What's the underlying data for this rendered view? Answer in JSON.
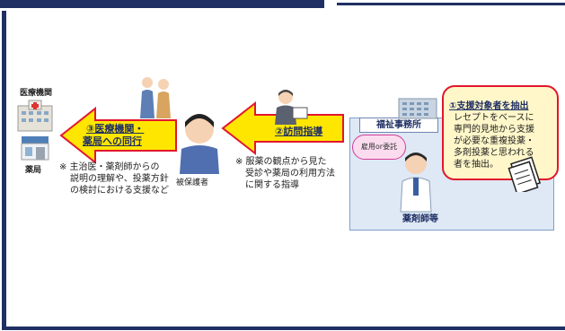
{
  "labels": {
    "medical_institution": "医療機関",
    "pharmacy": "薬局",
    "protected_person": "被保護者",
    "welfare_office": "福祉事務所",
    "pharmacist": "薬剤師等",
    "employment_bubble": "雇用or委託"
  },
  "arrows": {
    "visit_guidance": "②訪問指導",
    "accompany_line1": "③医療機関・",
    "accompany_line2": "薬局への同行"
  },
  "notes": {
    "accompany_line1": "※ 主治医・薬剤師からの",
    "accompany_line2": "説明の理解や、投薬方針",
    "accompany_line3": "の検討における支援など",
    "guidance_line1": "※ 服薬の観点から見た",
    "guidance_line2": "受診や薬局の利用方法",
    "guidance_line3": "に関する指導"
  },
  "callout": {
    "title": "①支援対象者を抽出",
    "line1": "レセプトをベースに",
    "line2": "専門的見地から支援",
    "line3": "が必要な重複投薬・",
    "line4": "多剤投薬と思われる",
    "line5": "者を抽出。"
  },
  "colors": {
    "navy": "#1f2f63",
    "arrow_fill": "#ffe600",
    "arrow_border": "#e2162d",
    "panel": "#dfe8f5"
  }
}
